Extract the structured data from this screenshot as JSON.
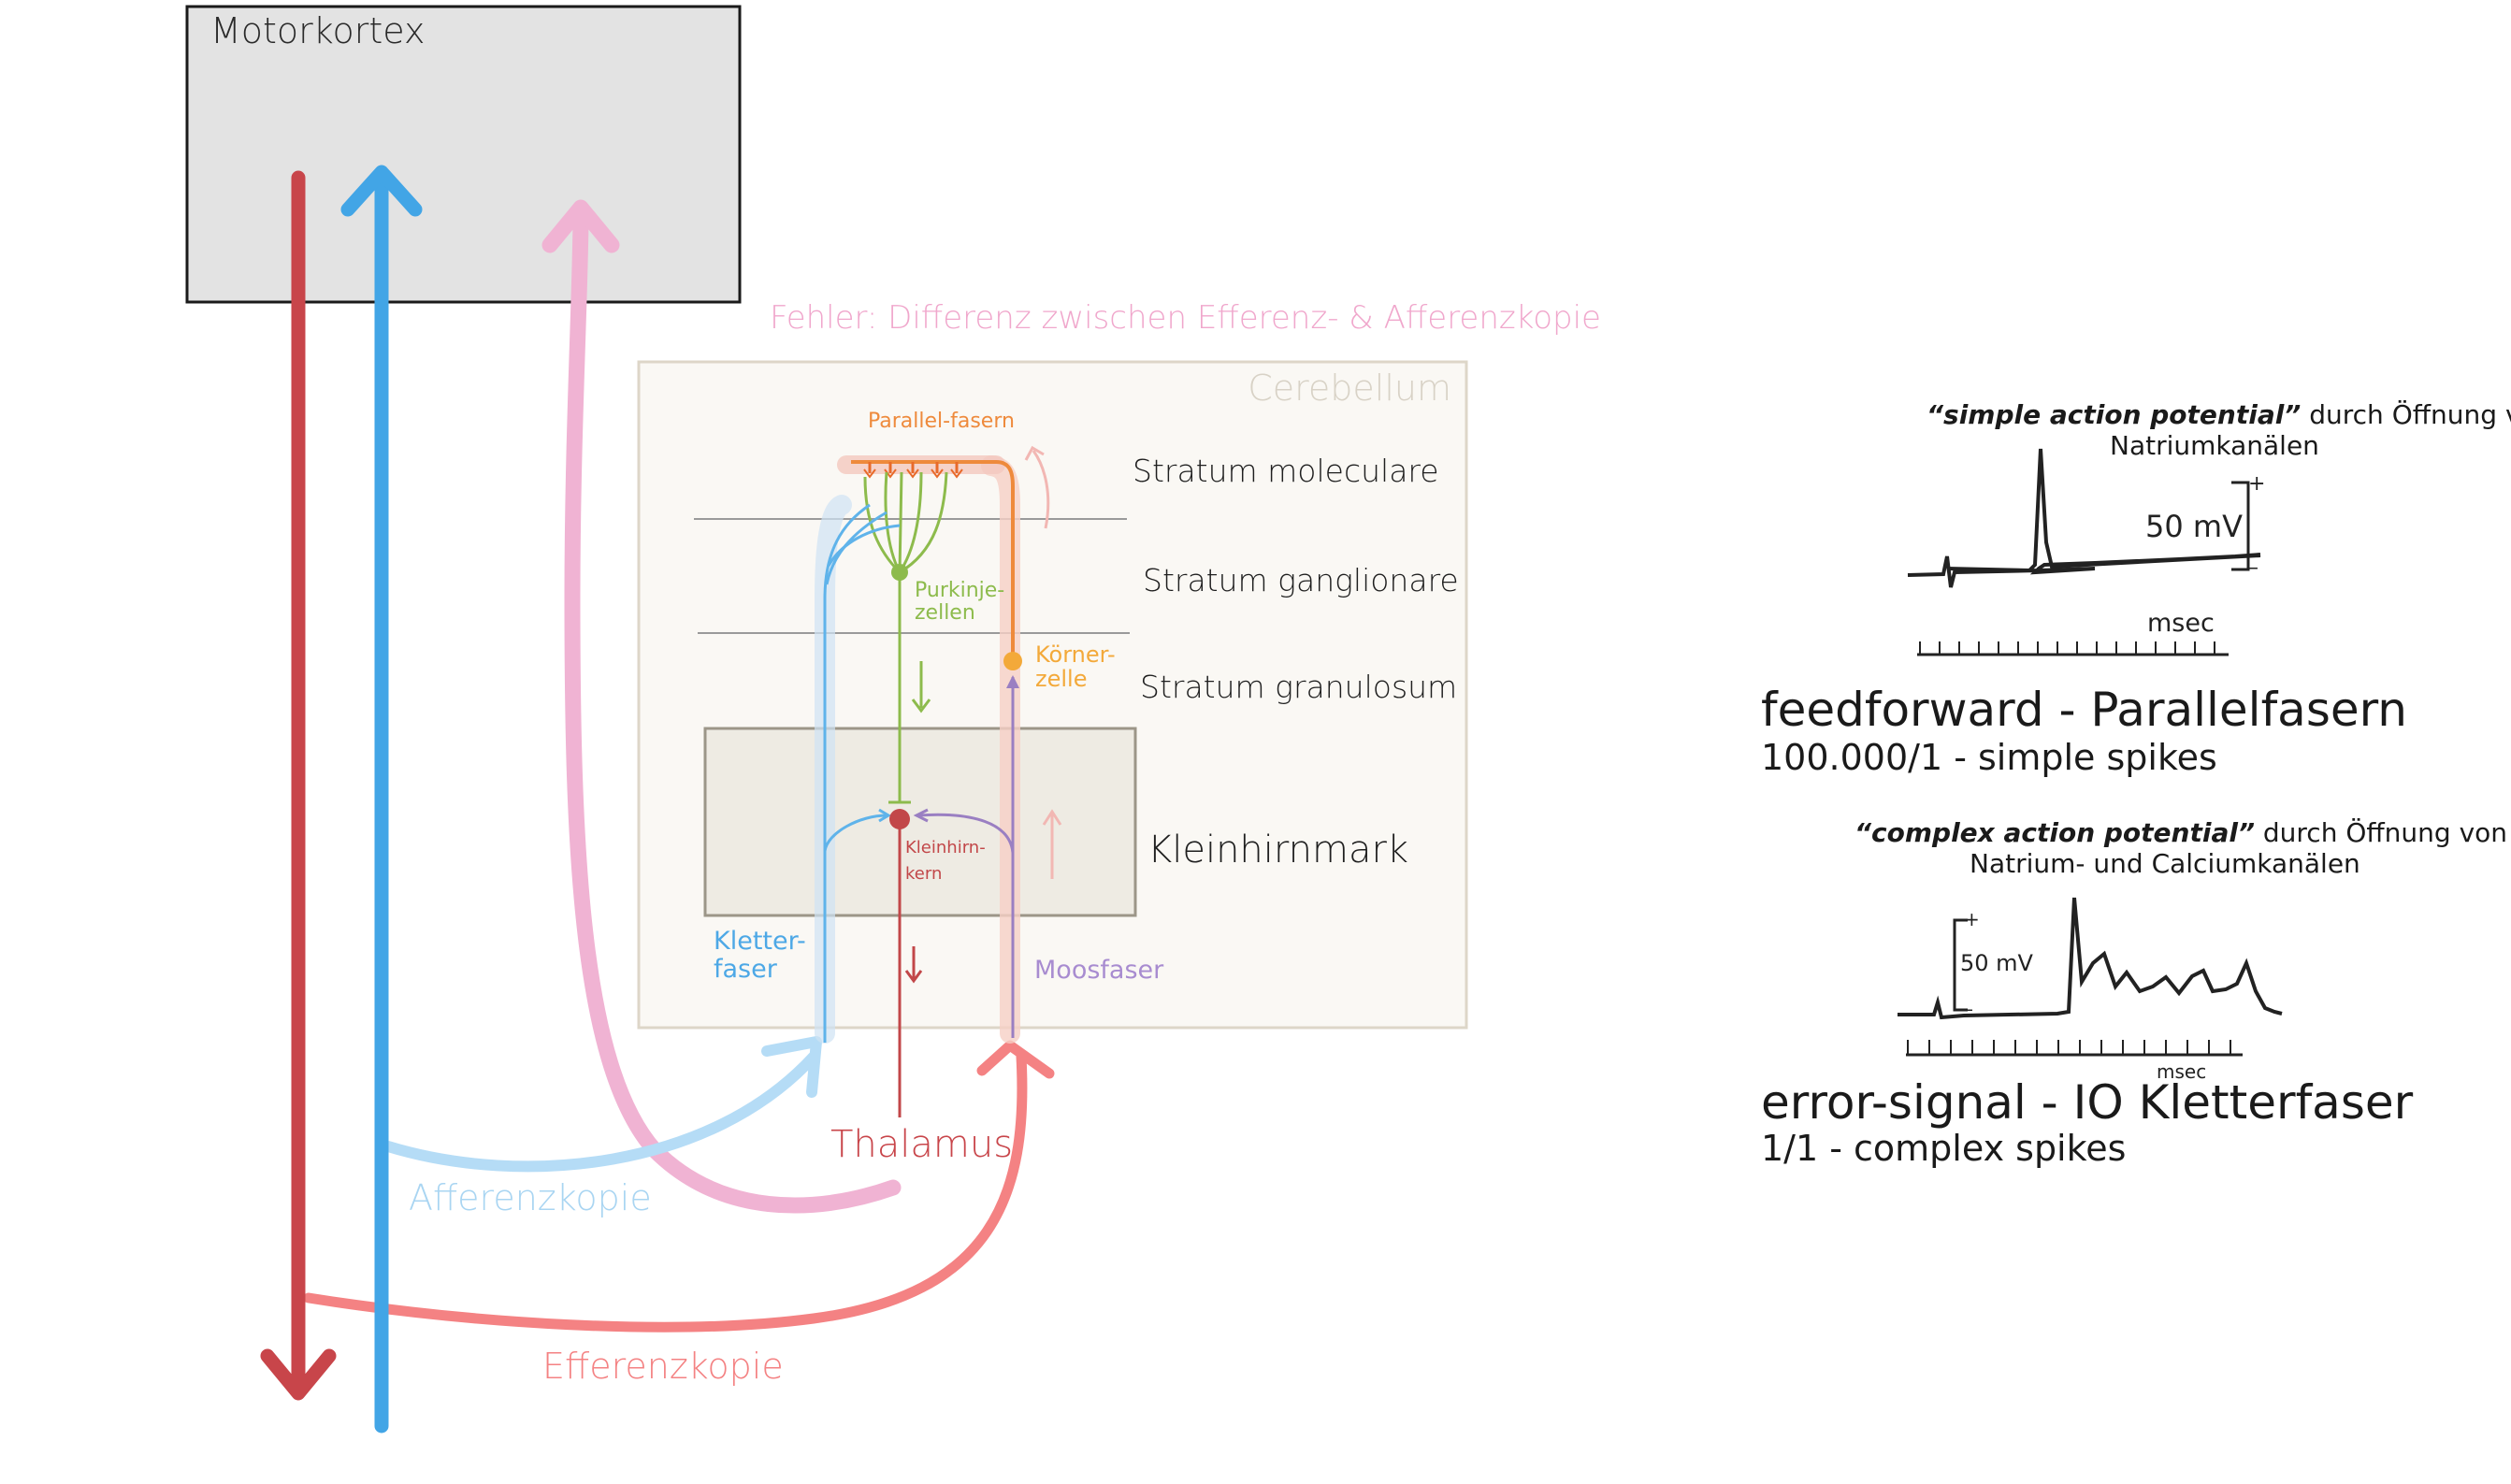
{
  "diagram": {
    "motor_cortex_label": "Motorkortex",
    "error_label": "Fehler: Differenz zwischen Efferenz- & Afferenzkopie",
    "cerebellum_label": "Cerebellum",
    "parallel_fibers_label": "Parallel-fasern",
    "purkinje_line1": "Purkinje-",
    "purkinje_line2": "zellen",
    "granule_line1": "Körner-",
    "granule_line2": "zelle",
    "nucleus_line1": "Kleinhirn-",
    "nucleus_line2": "kern",
    "climbing_line1": "Kletter-",
    "climbing_line2": "faser",
    "mossy_label": "Moosfaser",
    "thalamus_label": "Thalamus",
    "afferent_copy_label": "Afferenzkopie",
    "efferent_copy_label": "Efferenzkopie",
    "layers": {
      "molecular": "Stratum moleculare",
      "ganglionic": "Stratum ganglionare",
      "granular": "Stratum granulosum",
      "medulla": "Kleinhirnmark"
    }
  },
  "traces": {
    "simple": {
      "title_quoted": "“simple action potential”",
      "title_rest": " durch  Öffnung von",
      "title_line2": "Natriumkanälen",
      "scale": "50 mV",
      "time_label": "msec",
      "plus": "+",
      "minus": "–",
      "heading": "feedforward  - Parallelfasern",
      "sub": "100.000/1 - simple spikes"
    },
    "complex": {
      "title_quoted": "“complex action potential”",
      "title_rest": " durch  Öffnung von",
      "title_line2": "Natrium- und Calciumkanälen",
      "scale": "50 mV",
      "time_label": "msec",
      "plus": "+",
      "minus": "–",
      "heading": "error-signal   - IO  Kletterfaser",
      "sub": "1/1 - complex spikes"
    }
  },
  "colors": {
    "efferent_dark_red": "#c8454a",
    "afferent_blue": "#42a5e6",
    "error_pink": "#f0b3d3",
    "afferent_light_blue": "#b5dcf6",
    "efferent_salmon": "#f48283",
    "parallel_orange": "#ee8a3c",
    "purkinje_green": "#8dbb4c",
    "granule_yellow": "#f3a93a",
    "mossy_purple": "#9a7fc2",
    "nucleus_red": "#c24749",
    "cerebellum_bg": "#faf8f4",
    "medulla_bg": "#eeebe3",
    "cortex_bg": "#e3e3e3"
  }
}
